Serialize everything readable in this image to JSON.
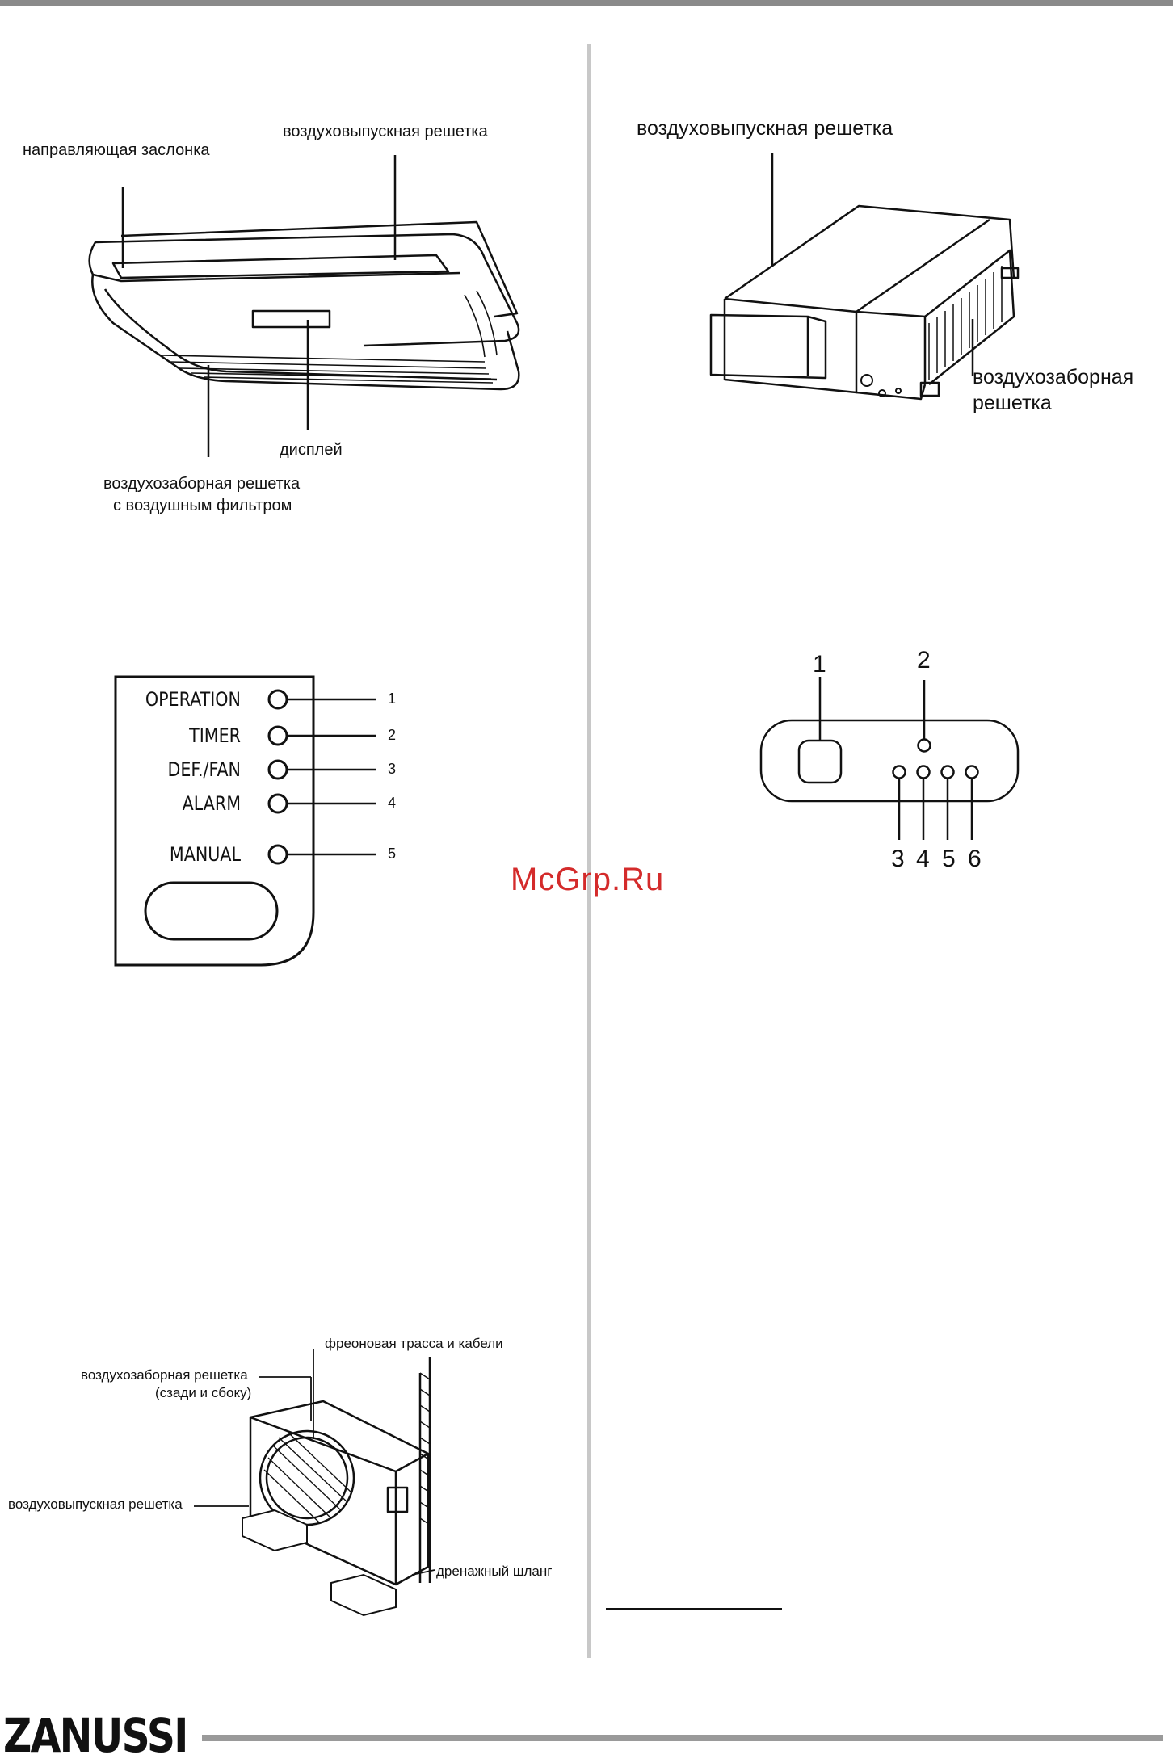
{
  "fig1": {
    "label_flap": "направляющая заслонка",
    "label_outlet": "воздуховыпускная решетка",
    "label_display": "дисплей",
    "label_inlet_line1": "воздухозаборная решетка",
    "label_inlet_line2": "с воздушным фильтром"
  },
  "fig2": {
    "label_outlet": "воздуховыпускная решетка",
    "label_inlet_line1": "воздухозаборная",
    "label_inlet_line2": "решетка"
  },
  "panel": {
    "rows": [
      {
        "text": "OPERATION",
        "num": "1"
      },
      {
        "text": "TIMER",
        "num": "2"
      },
      {
        "text": "DEF./FAN",
        "num": "3"
      },
      {
        "text": "ALARM",
        "num": "4"
      },
      {
        "text": "MANUAL",
        "num": "5"
      }
    ]
  },
  "panel2": {
    "num1": "1",
    "num2": "2",
    "bottom_nums": [
      "3",
      "4",
      "5",
      "6"
    ]
  },
  "watermark": "McGrp.Ru",
  "fig4": {
    "label_pipes": "фреоновая трасса и кабели",
    "label_inlet_line1": "воздухозаборная решетка",
    "label_inlet_line2": "(сзади и сбоку)",
    "label_outlet": "воздуховыпускная решетка",
    "label_drain": "дренажный шланг"
  },
  "footer": {
    "brand": "ZANUSSI"
  }
}
